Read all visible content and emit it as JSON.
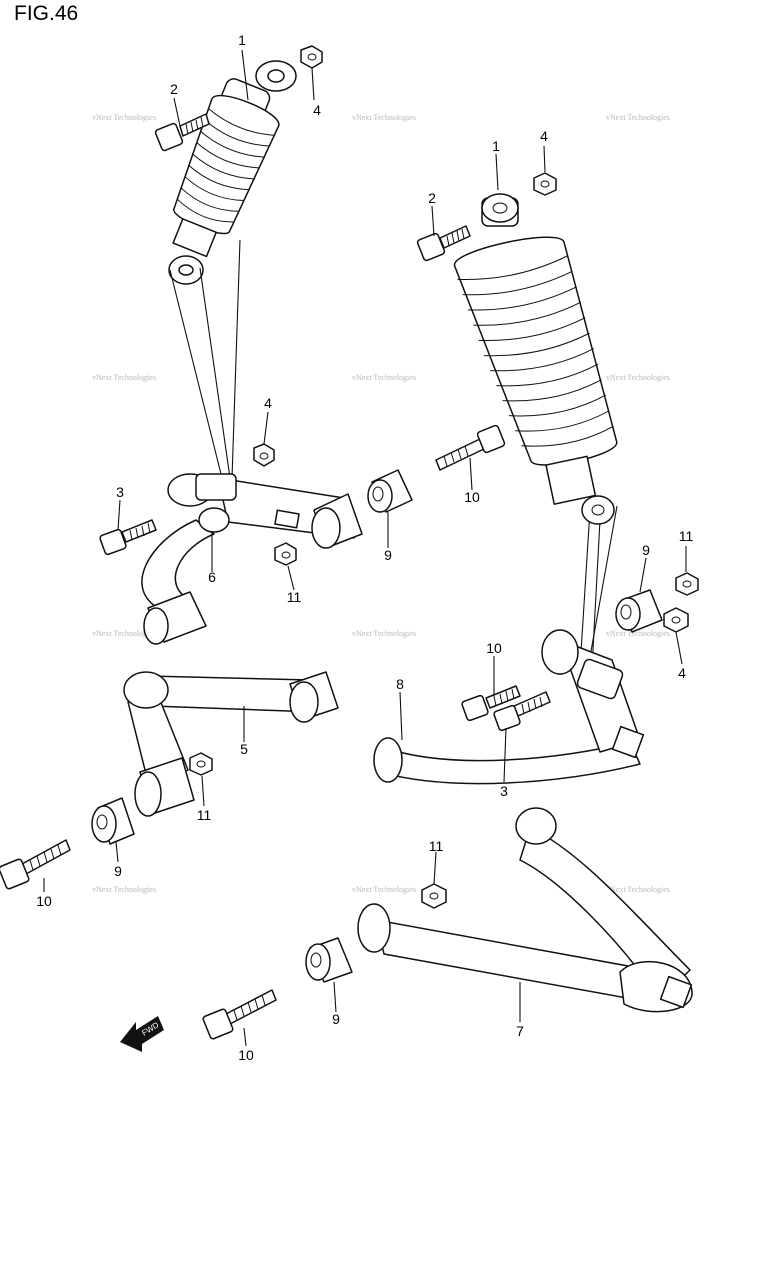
{
  "figure": {
    "title": "FIG.46"
  },
  "watermark": "vNext Technologies",
  "fwd_label": "FWD",
  "callouts": [
    "1",
    "2",
    "4",
    "1",
    "4",
    "2",
    "4",
    "3",
    "10",
    "6",
    "9",
    "11",
    "9",
    "11",
    "10",
    "4",
    "8",
    "5",
    "3",
    "11",
    "9",
    "10",
    "11",
    "9",
    "7",
    "10"
  ]
}
